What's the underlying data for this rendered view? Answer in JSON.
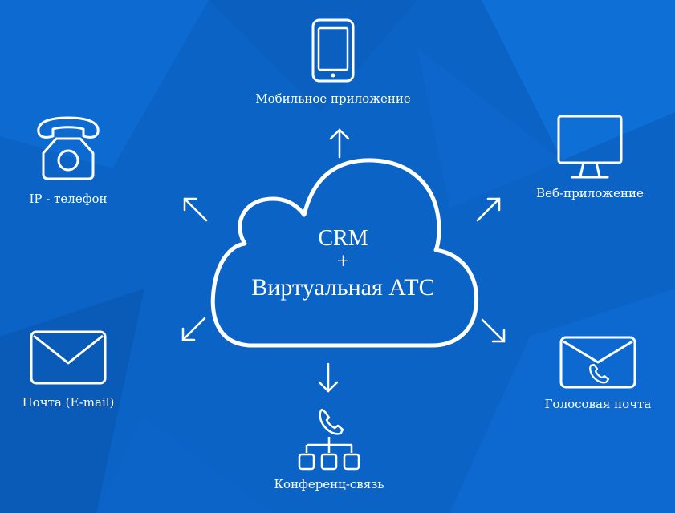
{
  "center": {
    "line1": "CRM",
    "line2": "+",
    "line3": "Виртуальная АТС"
  },
  "nodes": {
    "mobile": {
      "label": "Мобильное приложение",
      "icon": "smartphone-icon"
    },
    "ip_phone": {
      "label": "IP - телефон",
      "icon": "telephone-icon"
    },
    "web": {
      "label": "Веб-приложение",
      "icon": "monitor-icon"
    },
    "email": {
      "label": "Почта (E-mail)",
      "icon": "envelope-icon"
    },
    "voicemail": {
      "label": "Голосовая почта",
      "icon": "voicemail-icon"
    },
    "conference": {
      "label": "Конференц-связь",
      "icon": "conference-icon"
    }
  },
  "colors": {
    "background": "#0b63c6",
    "foreground": "#ffffff"
  }
}
